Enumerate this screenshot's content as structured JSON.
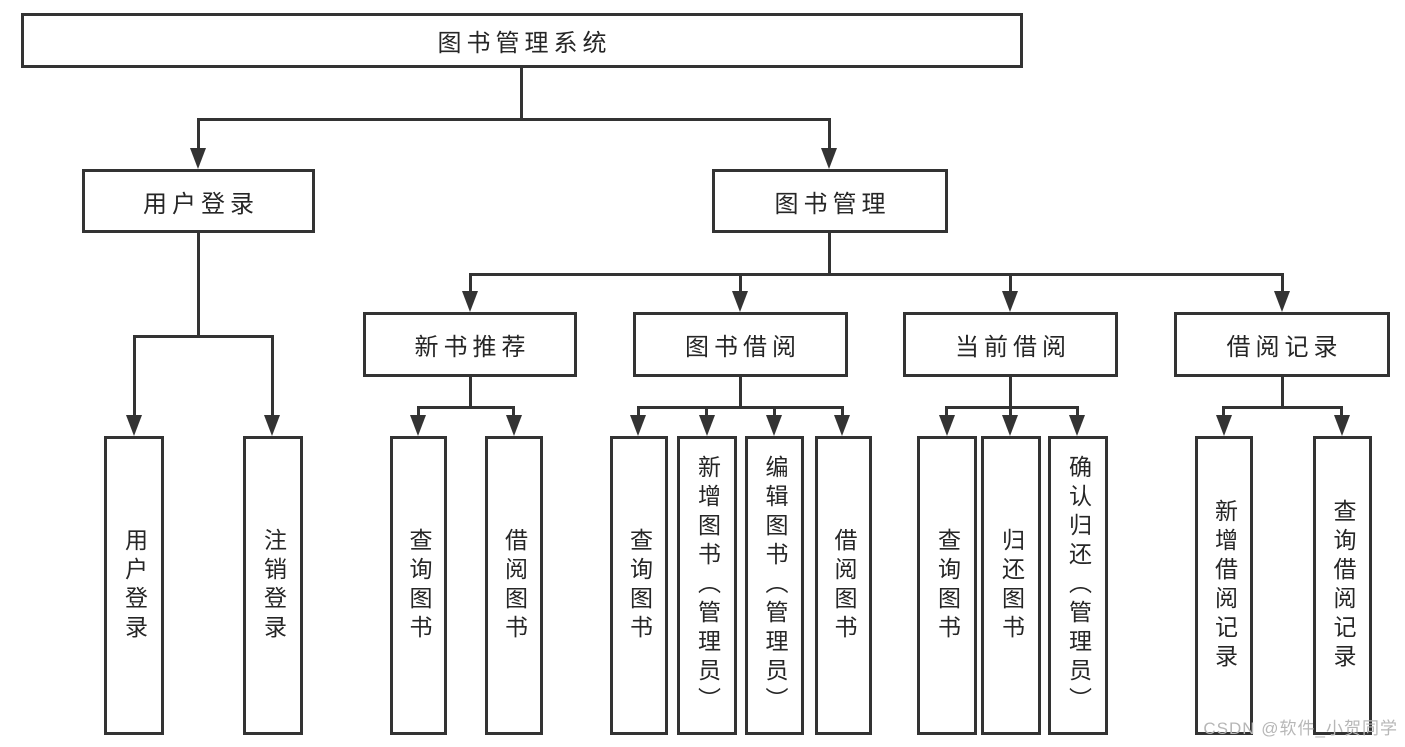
{
  "colors": {
    "line": "#333333",
    "text": "#262626",
    "background": "#ffffff",
    "watermark": "#b7b7b7"
  },
  "diagram": {
    "root": {
      "label": "图书管理系统"
    },
    "branches": [
      {
        "label": "用户登录",
        "children": [
          {
            "label": "用户登录"
          },
          {
            "label": "注销登录"
          }
        ]
      },
      {
        "label": "图书管理",
        "children": [
          {
            "label": "新书推荐",
            "children": [
              {
                "label": "查询图书"
              },
              {
                "label": "借阅图书"
              }
            ]
          },
          {
            "label": "图书借阅",
            "children": [
              {
                "label": "查询图书"
              },
              {
                "label": "新增图书（管理员）"
              },
              {
                "label": "编辑图书（管理员）"
              },
              {
                "label": "借阅图书"
              }
            ]
          },
          {
            "label": "当前借阅",
            "children": [
              {
                "label": "查询图书"
              },
              {
                "label": "归还图书"
              },
              {
                "label": "确认归还（管理员）"
              }
            ]
          },
          {
            "label": "借阅记录",
            "children": [
              {
                "label": "新增借阅记录"
              },
              {
                "label": "查询借阅记录"
              }
            ]
          }
        ]
      }
    ]
  },
  "watermark": {
    "text": "CSDN @软件_小贺同学"
  }
}
